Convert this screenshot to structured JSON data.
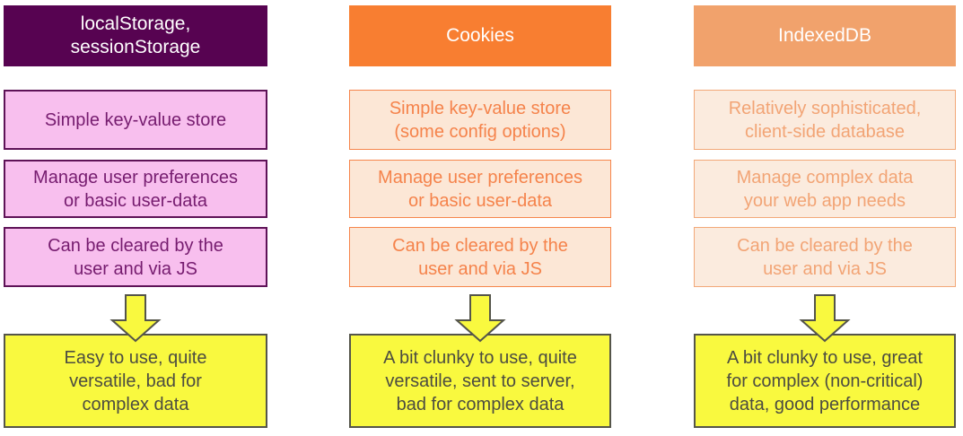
{
  "diagram": {
    "description": "Comparison of browser client-side storage options",
    "columns": [
      {
        "id": "local-session-storage",
        "header": "localStorage,\nsessionStorage",
        "header_bg": "#570351",
        "header_text_color": "#FFFFFF",
        "box_bg": "#F8BFEE",
        "box_border": "#5E1257",
        "box_text_color": "#761C6F",
        "features": [
          "Simple key-value store",
          "Manage user preferences\nor basic user-data",
          "Can be cleared by the\nuser and via JS"
        ],
        "summary": "Easy to use, quite\nversatile, bad for\ncomplex data"
      },
      {
        "id": "cookies",
        "header": "Cookies",
        "header_bg": "#F87E31",
        "header_text_color": "#FFFFFF",
        "box_bg": "#FCE7D6",
        "box_border": "#F6854B",
        "box_text_color": "#F5834B",
        "features": [
          "Simple key-value store\n(some config options)",
          "Manage user preferences\nor basic user-data",
          "Can be cleared by the\nuser and via JS"
        ],
        "summary": "A bit clunky to use, quite\nversatile, sent to server,\nbad for complex data"
      },
      {
        "id": "indexeddb",
        "header": "IndexedDB",
        "header_bg": "#F1A26C",
        "header_text_color": "#FFFFFF",
        "box_bg": "#FBEBDE",
        "box_border": "#F2A878",
        "box_text_color": "#F2A475",
        "features": [
          "Relatively sophisticated,\nclient-side database",
          "Manage complex data\nyour web app needs",
          "Can be cleared by the\nuser and via JS"
        ],
        "summary": "A bit clunky to use, great\nfor complex (non-critical)\ndata, good performance"
      }
    ],
    "summary_style": {
      "bg": "#F9F93F",
      "border": "#55554A",
      "text_color": "#4C4C41"
    },
    "arrow": {
      "meaning": "leads-to-conclusion",
      "fill": "#F9F93F",
      "stroke": "#55554A"
    }
  }
}
